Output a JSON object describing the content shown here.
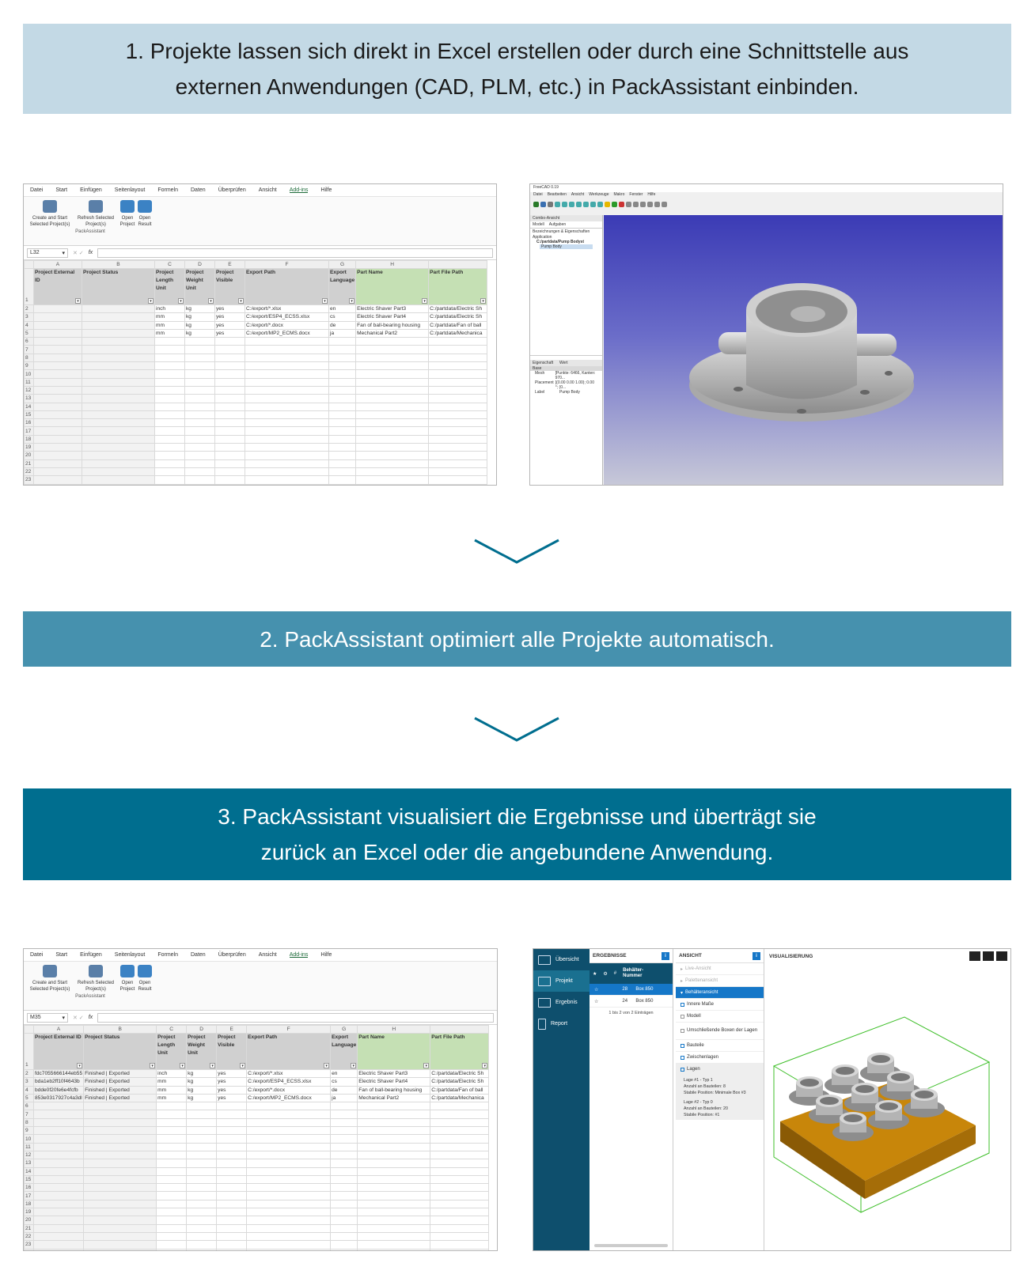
{
  "steps": {
    "step1_line1": "1. Projekte lassen sich direkt in Excel erstellen oder durch eine Schnittstelle aus",
    "step1_line2": "externen Anwendungen (CAD, PLM, etc.) in PackAssistant einbinden.",
    "step2": "2. PackAssistant optimiert alle Projekte automatisch.",
    "step3_line1": "3. PackAssistant visualisiert die Ergebnisse und überträgt sie",
    "step3_line2": "zurück an Excel oder die angebundene Anwendung."
  },
  "colors": {
    "band1": "#c3d9e5",
    "band2": "#4691ae",
    "band3": "#006e8f",
    "chevron": "#006e8f",
    "excel_green_header": "#c5e0b4"
  },
  "excel": {
    "tabs": [
      "Datei",
      "Start",
      "Einfügen",
      "Seitenlayout",
      "Formeln",
      "Daten",
      "Überprüfen",
      "Ansicht",
      "Add-ins",
      "Hilfe"
    ],
    "active_tab": "Add-ins",
    "ribbon": {
      "create_l1": "Create and Start",
      "create_l2": "Selected Project(s)",
      "refresh_l1": "Refresh Selected",
      "refresh_l2": "Project(s)",
      "open_project_l1": "Open",
      "open_project_l2": "Project",
      "open_result_l1": "Open",
      "open_result_l2": "Result",
      "group": "PackAssistant"
    },
    "col_letters": [
      "A",
      "B",
      "C",
      "D",
      "E",
      "F",
      "G",
      "H"
    ],
    "headers": [
      "Project External ID",
      "Project Status",
      "Project Length Unit",
      "Project Weight Unit",
      "Project Visible",
      "Export Path",
      "Export Language",
      "Part Name",
      "Part File Path"
    ],
    "namebox_before": "L32",
    "namebox_after": "M35",
    "fx": "fx",
    "rows_before": [
      [
        "",
        "",
        "inch",
        "kg",
        "yes",
        "C:/export/*.xlsx",
        "en",
        "Electric Shaver Part3",
        "C:/partdata/Electric Sh"
      ],
      [
        "",
        "",
        "mm",
        "kg",
        "yes",
        "C:/export/ESP4_ECSS.xlsx",
        "cs",
        "Electric Shaver Part4",
        "C:/partdata/Electric Sh"
      ],
      [
        "",
        "",
        "mm",
        "kg",
        "yes",
        "C:/export/*.docx",
        "de",
        "Fan of ball-bearing housing",
        "C:/partdata/Fan of ball"
      ],
      [
        "",
        "",
        "mm",
        "kg",
        "yes",
        "C:/export/MP2_ECMS.docx",
        "ja",
        "Mechanical Part2",
        "C:/partdata/Mechanica"
      ]
    ],
    "rows_after": [
      [
        "fdc7055666144eb55",
        "Finished | Exported",
        "inch",
        "kg",
        "yes",
        "C:/export/*.xlsx",
        "en",
        "Electric Shaver Part3",
        "C:/partdata/Electric Sh"
      ],
      [
        "bda1eb2ff10f4643b",
        "Finished | Exported",
        "mm",
        "kg",
        "yes",
        "C:/export/ESP4_ECSS.xlsx",
        "cs",
        "Electric Shaver Part4",
        "C:/partdata/Electric Sh"
      ],
      [
        "bdde0f20fe6e4fcfb",
        "Finished | Exported",
        "mm",
        "kg",
        "yes",
        "C:/export/*.docx",
        "de",
        "Fan of ball-bearing housing",
        "C:/partdata/Fan of ball"
      ],
      [
        "853e0317927c4a3dl",
        "Finished | Exported",
        "mm",
        "kg",
        "yes",
        "C:/export/MP2_ECMS.docx",
        "ja",
        "Mechanical Part2",
        "C:/partdata/Mechanica"
      ]
    ]
  },
  "freecad": {
    "title": "FreeCAD 0.19",
    "menu": [
      "Datei",
      "Bearbeiten",
      "Ansicht",
      "Werkzeuge",
      "Makro",
      "Fenster",
      "Hilfe"
    ],
    "combo_title": "Combo-Ansicht",
    "tabs": [
      "Modell",
      "Aufgaben"
    ],
    "tree_header": "Bezeichnungen & Eigenschaften",
    "tree_app": "Application",
    "tree_doc": "C:/partdata/Pump Bodyst",
    "tree_part": "Pump Body",
    "prop_header": [
      "Eigenschaft",
      "Wert"
    ],
    "prop_group": "Base",
    "props": [
      [
        "Mesh",
        "[Punkte: 6466, Kanten: 970..."
      ],
      [
        "Placement",
        "[(0.00 0.00 1.00); 0.00 °; (0..."
      ],
      [
        "Label",
        "Pump Body"
      ]
    ]
  },
  "pa": {
    "nav": [
      "Übersicht",
      "Projekt",
      "Ergebnis",
      "Report"
    ],
    "results_title": "ERGEBNISSE",
    "results_col_num": "#",
    "results_col_nr": "Behälter-Nummer",
    "results": [
      {
        "count": "28",
        "name": "Box 850"
      },
      {
        "count": "24",
        "name": "Box 850"
      }
    ],
    "pagination": "1 bis 2 von 2 Einträgen",
    "view_title": "ANSICHT",
    "view_items": [
      "Live-Ansicht",
      "Palettenansicht",
      "Behälteransicht",
      "Innere Maße",
      "Modell",
      "Umschließende Boxen der Lagen",
      "Bauteile",
      "Zwischenlagen",
      "Lagen"
    ],
    "layer1_title": "Lage #1 - Typ 1",
    "layer1_count": "Anzahl an Bauteilen: 8",
    "layer1_pos": "Stabile Position: Minimale Box #3",
    "layer2_title": "Lage #2 - Typ 0",
    "layer2_count": "Anzahl an Bauteilen: 20",
    "layer2_pos": "Stabile Position: #1",
    "vis_title": "VISUALISIERUNG"
  }
}
